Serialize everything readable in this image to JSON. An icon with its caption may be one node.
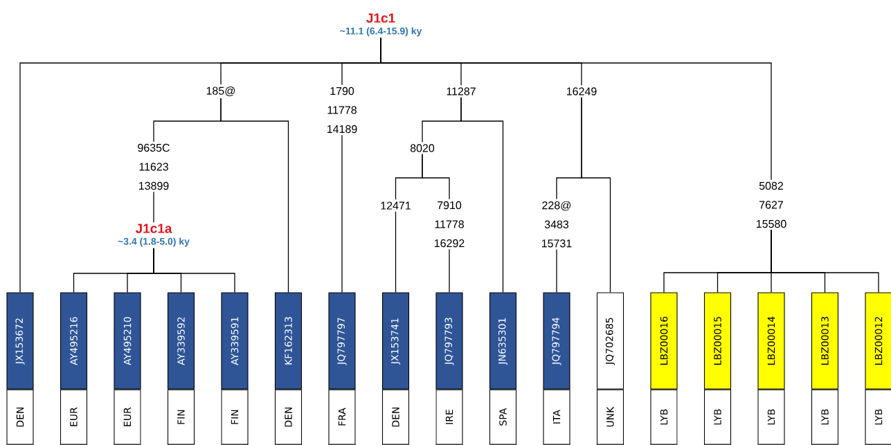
{
  "diagram": {
    "nodes": [
      {
        "text": [
          "J1c1",
          "~11.1 (6.4-15.9) ky"
        ]
      },
      {
        "text": [
          "185@"
        ]
      },
      {
        "text": [
          "1790 11778 14189"
        ]
      },
      {
        "text": [
          "11287"
        ]
      },
      {
        "text": [
          "16249"
        ]
      },
      {
        "text": [
          "9635C 11623 13899"
        ]
      },
      {
        "text": [
          "8020"
        ]
      },
      {
        "text": [
          "J1c1a",
          "~3.4 (1.8-5.0) ky"
        ]
      },
      {
        "text": [
          "12471"
        ]
      },
      {
        "text": [
          "7910 11778 16292"
        ]
      },
      {
        "text": [
          "228@ 3483 15731"
        ]
      },
      {
        "text": [
          "5082 7627 15580"
        ]
      },
      {
        "text": [
          "JX153672",
          "DEN"
        ]
      },
      {
        "text": [
          "AY495216",
          "EUR"
        ]
      },
      {
        "text": [
          "AY495210",
          "EUR"
        ]
      },
      {
        "text": [
          "AY339592",
          "FIN"
        ]
      },
      {
        "text": [
          "AY339591",
          "FIN"
        ]
      },
      {
        "text": [
          "KF162313",
          "DEN"
        ]
      },
      {
        "text": [
          "JQ797797",
          "FRA"
        ]
      },
      {
        "text": [
          "JX153741",
          "DEN"
        ]
      },
      {
        "text": [
          "JQ797793",
          "IRE"
        ]
      },
      {
        "text": [
          "JN635301",
          "SPA"
        ]
      },
      {
        "text": [
          "JQ797794",
          "ITA"
        ]
      },
      {
        "text": [
          "JQ702685",
          "UNK"
        ]
      },
      {
        "text": [
          "LBZ00016",
          "LYB"
        ]
      },
      {
        "text": [
          "LBZ00015",
          "LYB"
        ]
      },
      {
        "text": [
          "LBZ00014",
          "LYB"
        ]
      },
      {
        "text": [
          "LBZ00013",
          "LYB"
        ]
      },
      {
        "text": [
          "LBZ00012",
          "LYB"
        ]
      }
    ],
    "edges": [
      {
        "from": 0,
        "to": 12,
        "arrow": "none"
      },
      {
        "from": 0,
        "to": 1,
        "arrow": "none"
      },
      {
        "from": 0,
        "to": 2,
        "arrow": "none"
      },
      {
        "from": 0,
        "to": 3,
        "arrow": "none"
      },
      {
        "from": 0,
        "to": 4,
        "arrow": "none"
      },
      {
        "from": 0,
        "to": 11,
        "arrow": "none"
      },
      {
        "from": 1,
        "to": 5,
        "arrow": "none"
      },
      {
        "from": 1,
        "to": 17,
        "arrow": "none"
      },
      {
        "from": 5,
        "to": 7,
        "arrow": "none"
      },
      {
        "from": 7,
        "to": 13,
        "arrow": "none"
      },
      {
        "from": 7,
        "to": 14,
        "arrow": "none"
      },
      {
        "from": 7,
        "to": 15,
        "arrow": "none"
      },
      {
        "from": 7,
        "to": 16,
        "arrow": "none"
      },
      {
        "from": 2,
        "to": 18,
        "arrow": "none"
      },
      {
        "from": 3,
        "to": 6,
        "arrow": "none"
      },
      {
        "from": 3,
        "to": 21,
        "arrow": "none"
      },
      {
        "from": 6,
        "to": 8,
        "arrow": "none"
      },
      {
        "from": 6,
        "to": 9,
        "arrow": "none"
      },
      {
        "from": 8,
        "to": 19,
        "arrow": "none"
      },
      {
        "from": 9,
        "to": 20,
        "arrow": "none"
      },
      {
        "from": 4,
        "to": 10,
        "arrow": "none"
      },
      {
        "from": 4,
        "to": 23,
        "arrow": "none"
      },
      {
        "from": 10,
        "to": 22,
        "arrow": "none"
      },
      {
        "from": 11,
        "to": 24,
        "arrow": "none"
      },
      {
        "from": 11,
        "to": 25,
        "arrow": "none"
      },
      {
        "from": 11,
        "to": 26,
        "arrow": "none"
      },
      {
        "from": 11,
        "to": 27,
        "arrow": "none"
      },
      {
        "from": 11,
        "to": 28,
        "arrow": "none"
      }
    ]
  }
}
